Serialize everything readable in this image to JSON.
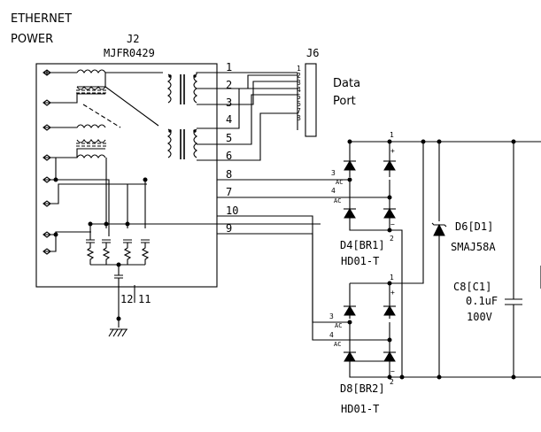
{
  "header": {
    "title_line1": "ETHERNET",
    "title_line2": "POWER"
  },
  "j2": {
    "ref": "J2",
    "part": "MJFR0429",
    "pin_labels": [
      "1",
      "2",
      "3",
      "4",
      "5",
      "6",
      "8",
      "7",
      "10",
      "9"
    ],
    "ground_pins": [
      "12",
      "11"
    ]
  },
  "j6": {
    "ref": "J6",
    "pins": [
      "1",
      "2",
      "3",
      "4",
      "5",
      "6",
      "7",
      "8"
    ],
    "label_line1": "Data",
    "label_line2": "Port"
  },
  "bridge1": {
    "ref": "D4[BR1]",
    "superscript": "2",
    "part": "HD01-T",
    "pin1": "1",
    "pin3": "3",
    "pin4": "4",
    "ac": "AC",
    "plus": "+",
    "minus": "−"
  },
  "bridge2": {
    "ref": "D8[BR2]",
    "superscript": "2",
    "part": "HD01-T",
    "pin1": "1",
    "pin3": "3",
    "pin4": "4",
    "ac": "AC",
    "plus": "+",
    "minus": "−"
  },
  "tvs": {
    "ref": "D6[D1]",
    "part": "SMAJ58A"
  },
  "capacitor": {
    "ref": "C8[C1]",
    "value": "0.1uF",
    "voltage": "100V"
  }
}
